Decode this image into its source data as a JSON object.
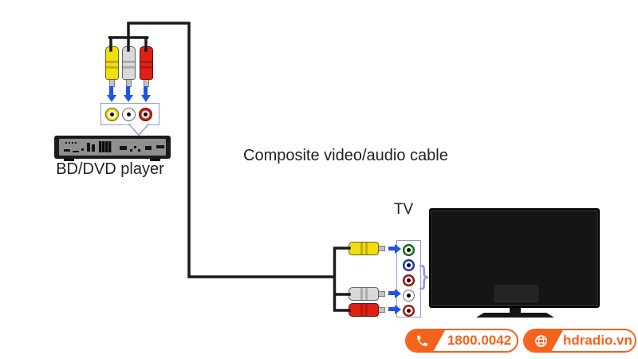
{
  "theme": {
    "accent": "#F4621C",
    "wire_color": "#1A1A1A",
    "arrow_color": "#1E55E4",
    "callout_color": "#8F9BDF",
    "text_color": "#1F1F1F"
  },
  "labels": {
    "player": "BD/DVD player",
    "cable": "Composite video/audio cable",
    "tv": "TV",
    "brace": "}"
  },
  "connector_colors": {
    "video_yellow": "#F0DE12",
    "audio_left_white": "#D8D8D8",
    "audio_right_red": "#E02014",
    "jack_video_yellow": "#F0DE12",
    "jack_audio_left_white": "#FFFFFF",
    "jack_audio_right_red": "#D41E12",
    "jack_component_green": "#1F8C1F",
    "jack_component_blue": "#1F4FD0",
    "jack_component_red": "#C81414"
  },
  "player_input_jacks": [
    "composite-video-yellow",
    "audio-left-white",
    "audio-right-red"
  ],
  "tv_input_jacks": [
    "component-green",
    "component-blue",
    "component-red",
    "audio-left-white",
    "audio-right-red"
  ],
  "footer": {
    "phone": "1800.0042",
    "website": "hdradio.vn"
  }
}
